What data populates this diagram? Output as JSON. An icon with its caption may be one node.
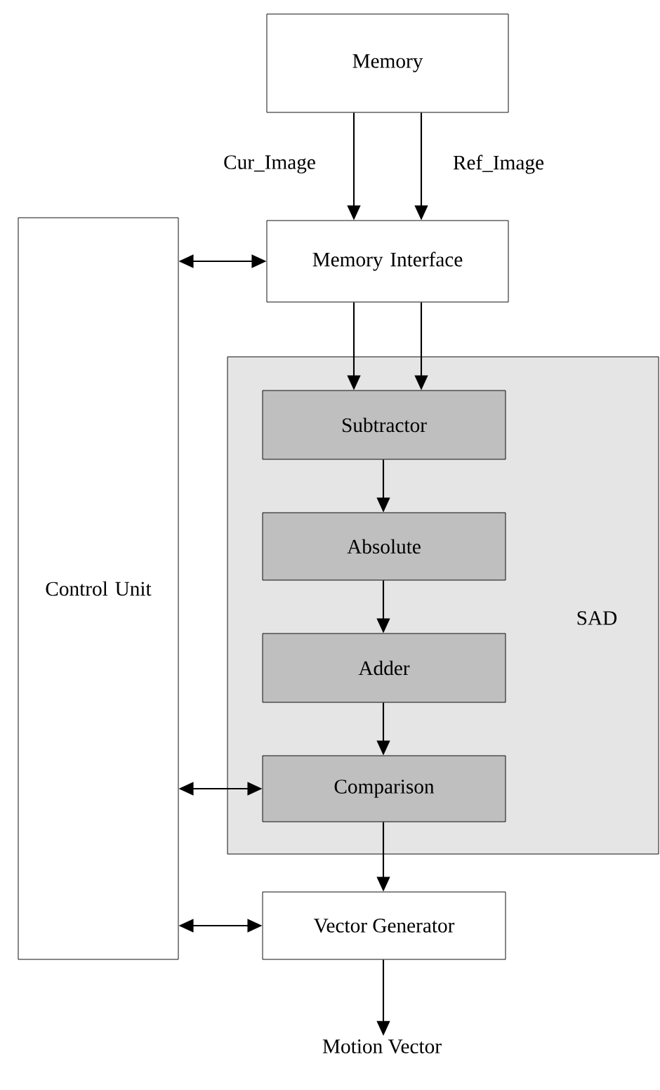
{
  "diagram": {
    "nodes": [
      {
        "text": [
          "Memory"
        ]
      },
      {
        "text": [
          "Memory Interface"
        ]
      },
      {
        "text": [
          "Control Unit"
        ]
      },
      {
        "text": [
          "SAD"
        ]
      },
      {
        "text": [
          "Subtractor"
        ],
        "in": 3
      },
      {
        "text": [
          "Absolute"
        ],
        "in": 3
      },
      {
        "text": [
          "Adder"
        ],
        "in": 3
      },
      {
        "text": [
          "Comparison"
        ],
        "in": 3
      },
      {
        "text": [
          "Vector Generator"
        ]
      },
      {
        "text": [
          "Motion Vector"
        ]
      }
    ],
    "edges": [
      {
        "from": 0,
        "to": 1,
        "arrow": "to",
        "label": "Cur_Image"
      },
      {
        "from": 0,
        "to": 1,
        "arrow": "to",
        "label": "Ref_Image"
      },
      {
        "from": 2,
        "to": 1,
        "arrow": "both"
      },
      {
        "from": 1,
        "to": 4,
        "arrow": "to"
      },
      {
        "from": 1,
        "to": 4,
        "arrow": "to"
      },
      {
        "from": 4,
        "to": 5,
        "arrow": "to"
      },
      {
        "from": 5,
        "to": 6,
        "arrow": "to"
      },
      {
        "from": 6,
        "to": 7,
        "arrow": "to"
      },
      {
        "from": 2,
        "to": 7,
        "arrow": "both"
      },
      {
        "from": 7,
        "to": 8,
        "arrow": "to"
      },
      {
        "from": 2,
        "to": 8,
        "arrow": "both"
      },
      {
        "from": 8,
        "to": 9,
        "arrow": "to"
      }
    ]
  }
}
